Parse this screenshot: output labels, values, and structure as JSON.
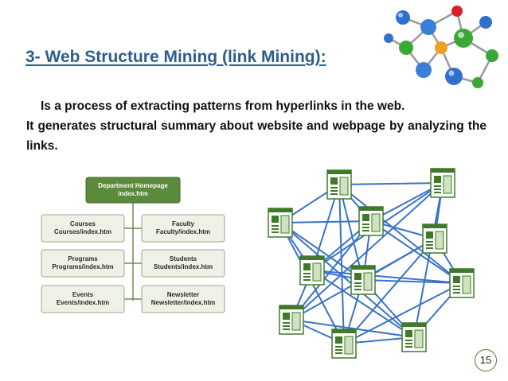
{
  "slide": {
    "title": "3- Web Structure Mining (link Mining):",
    "body_line1": "Is a process of extracting patterns from hyperlinks in the web.",
    "body_line2": "It generates structural summary about website and webpage by analyzing the links.",
    "page_number": "15"
  },
  "hierarchy": {
    "root": {
      "line1": "Department Homepage",
      "line2": "index.htm"
    },
    "left": [
      {
        "line1": "Courses",
        "line2": "Courses/index.htm"
      },
      {
        "line1": "Programs",
        "line2": "Programs/index.htm"
      },
      {
        "line1": "Events",
        "line2": "Events/index.htm"
      }
    ],
    "right": [
      {
        "line1": "Faculty",
        "line2": "Faculty/index.htm"
      },
      {
        "line1": "Students",
        "line2": "Students/index.htm"
      },
      {
        "line1": "Newsletter",
        "line2": "Newsletter/index.htm"
      }
    ],
    "colors": {
      "root": "#5a8a3a",
      "child_fill": "#eef2e6",
      "child_border": "#9aa88a",
      "connector": "#6e8b4e"
    }
  },
  "network": {
    "link_color": "#3a72c8",
    "page_icon_color": "#3f7a2a"
  }
}
